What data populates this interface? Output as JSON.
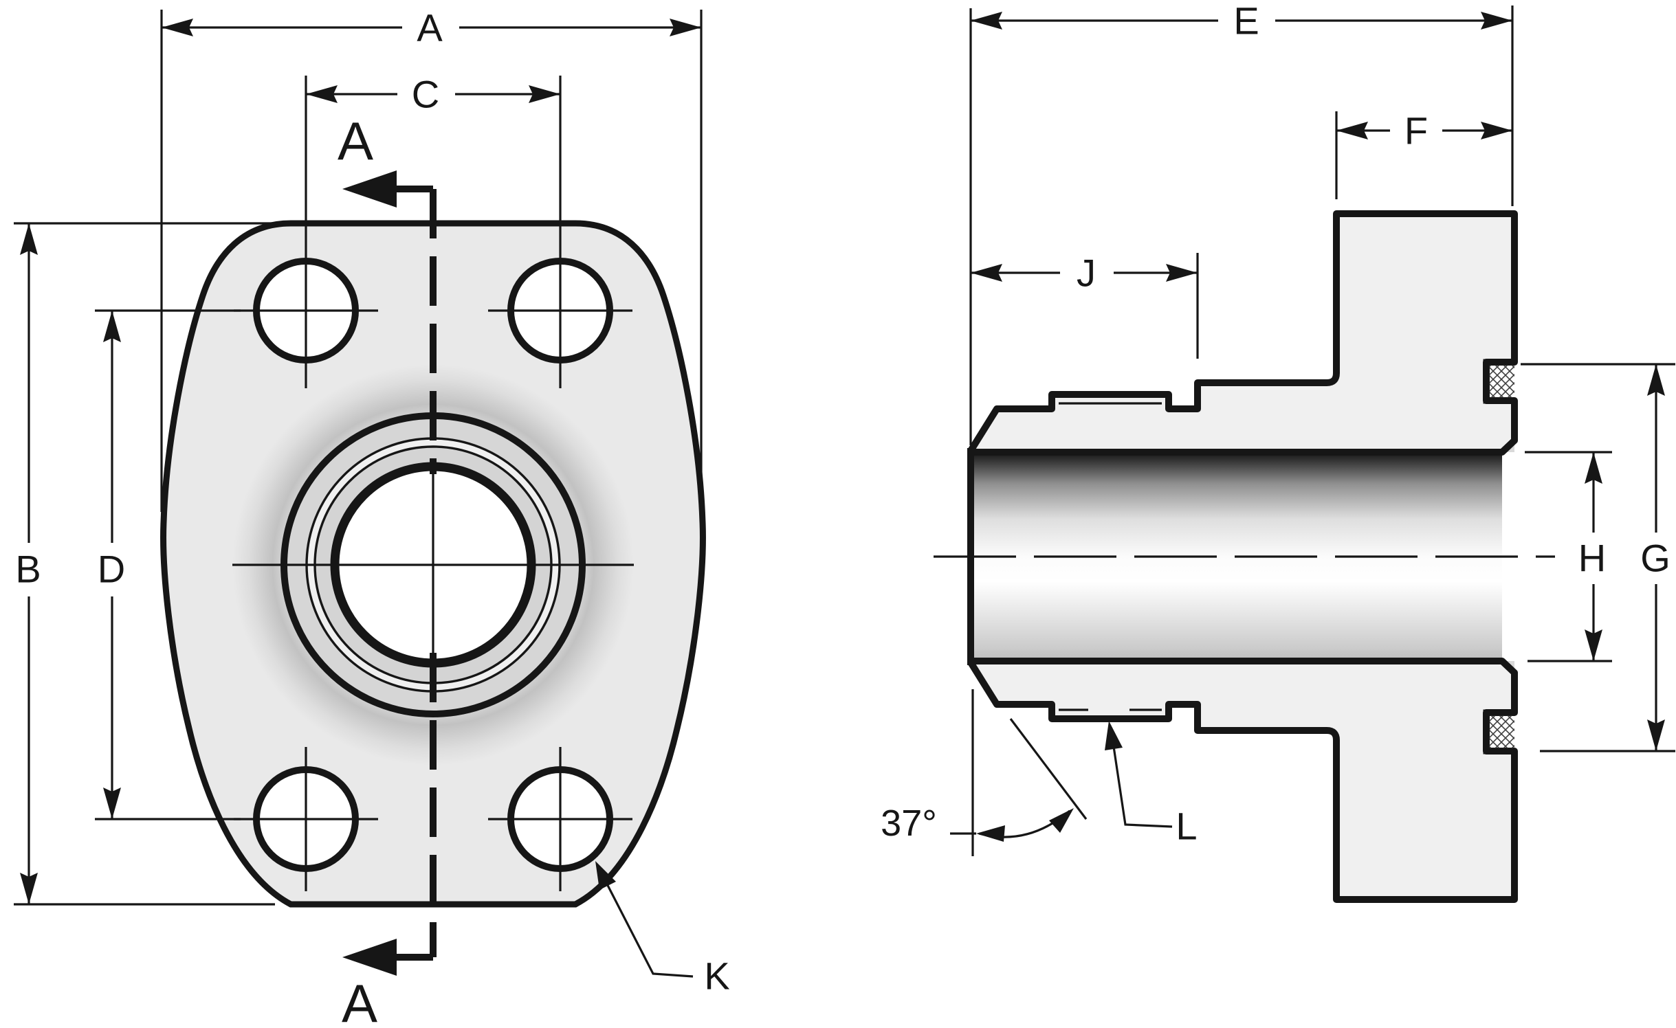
{
  "drawing": {
    "type": "engineering-drawing",
    "description": "SAE 4-bolt flange adapter, front view with section cut A-A and side section view",
    "front_view": {
      "dim_a": "A",
      "dim_b": "B",
      "dim_c": "C",
      "dim_d": "D",
      "section_label_top": "A",
      "section_label_bottom": "A",
      "hole_callout_label": "K"
    },
    "section_view": {
      "dim_e": "E",
      "dim_f": "F",
      "dim_j": "J",
      "dim_h": "H",
      "dim_g": "G",
      "flare_angle_label": "37°",
      "groove_callout_label": "L"
    },
    "colors": {
      "line": "#161616",
      "flange_face": "#e9e9e9",
      "cut_fill": "#f0f0f0",
      "boss_ring": "#d6d6d6",
      "bore_highlight": "#ffffff",
      "bore_shadow": "#141414"
    }
  }
}
